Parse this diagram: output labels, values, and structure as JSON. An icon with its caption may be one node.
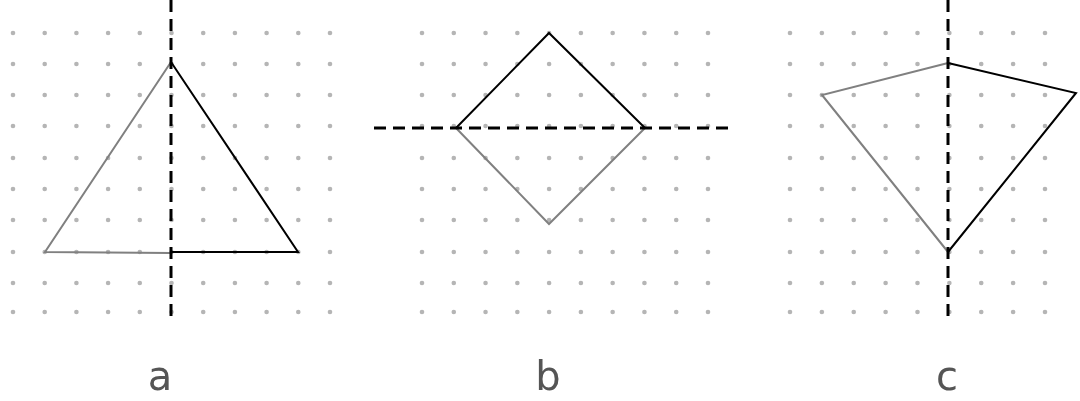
{
  "diagram": {
    "labels": [
      "a",
      "b",
      "c"
    ]
  }
}
